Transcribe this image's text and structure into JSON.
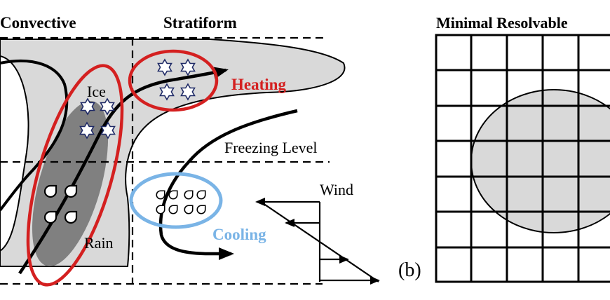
{
  "headers": {
    "convective": "Convective",
    "stratiform": "Stratiform",
    "minimal": "Minimal Resolvable"
  },
  "labels": {
    "ice": "Ice",
    "heating": "Heating",
    "freezing_level": "Freezing Level",
    "wind": "Wind",
    "cooling": "Cooling",
    "rain": "Rain",
    "panel_b": "(b)"
  },
  "colors": {
    "heating": "#d42020",
    "cooling": "#7ab4e6",
    "cloud": "#d9d9d9",
    "core": "#7f7f7f",
    "outline": "#000000"
  },
  "icons": {
    "ice": "snowflake-star-icon",
    "rain": "raindrop-icon"
  },
  "grid": {
    "columns": 5,
    "rows": 7
  }
}
